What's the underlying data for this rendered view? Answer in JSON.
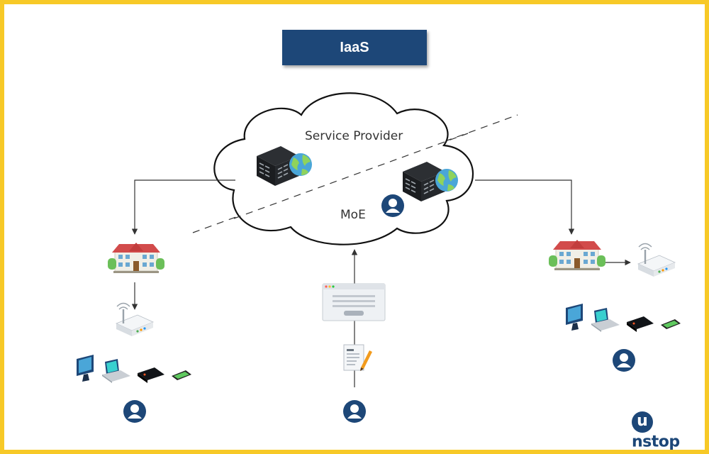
{
  "title": "IaaS",
  "cloud": {
    "provider_label": "Service Provider",
    "moe_label": "MoE"
  },
  "brand": {
    "logo_letter": "u",
    "logo_rest": "nstop"
  },
  "icons": {
    "server": "server-rack-icon",
    "globe": "globe-icon",
    "user": "user-avatar-icon",
    "school": "school-building-icon",
    "router": "wifi-router-icon",
    "devices": "devices-icon",
    "form": "web-form-icon",
    "document": "document-pen-icon"
  },
  "colors": {
    "frame": "#f7c927",
    "title_bg": "#1d4778",
    "user_icon": "#1d4778"
  }
}
